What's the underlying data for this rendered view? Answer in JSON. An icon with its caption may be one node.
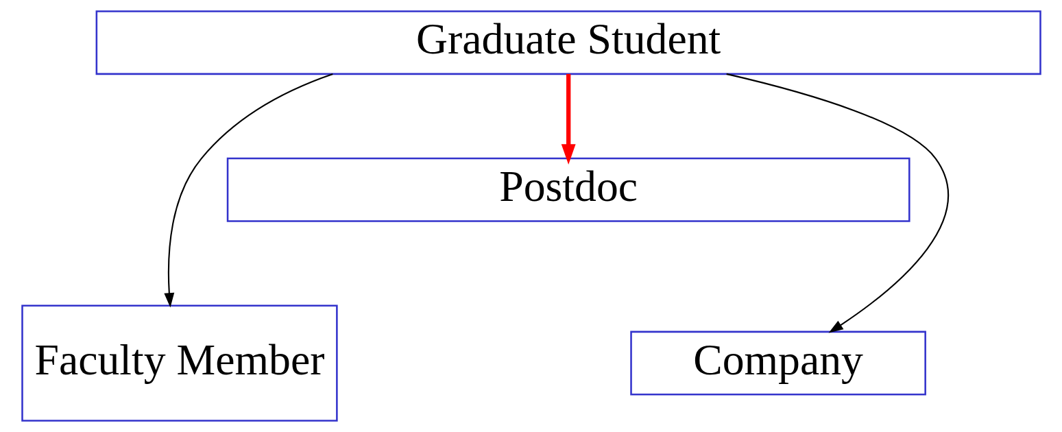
{
  "diagram": {
    "nodes": [
      {
        "text": [
          "Graduate Student"
        ]
      },
      {
        "text": [
          "Postdoc"
        ]
      },
      {
        "text": [
          "Faculty Member"
        ]
      },
      {
        "text": [
          "Company"
        ]
      }
    ],
    "edges": [
      {
        "from": 0,
        "to": 2,
        "arrow": "to"
      },
      {
        "from": 0,
        "to": 1,
        "arrow": "to",
        "style": "thick",
        "color": "#ff0000"
      },
      {
        "from": 0,
        "to": 3,
        "arrow": "to"
      }
    ]
  }
}
